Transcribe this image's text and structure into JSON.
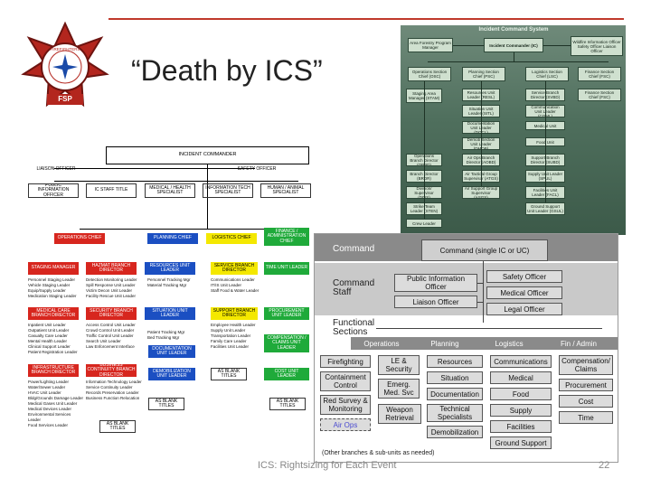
{
  "slide": {
    "title": "“Death by ICS”",
    "footer": "ICS: Rightsizing for Each Event",
    "page_number": "22"
  },
  "logo": {
    "top_text": "FIREFIGHTERS",
    "bottom_text": "FSP"
  },
  "left_chart": {
    "commander": "INCIDENT COMMANDER",
    "liaison": "LIAISON OFFICER",
    "safety": "SAFETY OFFICER",
    "row2": [
      "PUBLIC INFORMATION OFFICER",
      "IC STAFF TITLE",
      "MEDICAL / HEALTH SPECIALIST",
      "INFORMATION TECH SPECIALIST",
      "HUMAN / ANIMAL SPECIALIST"
    ],
    "sections": [
      "OPERATIONS CHIEF",
      "PLANNING CHIEF",
      "LOGISTICS CHIEF",
      "FINANCE / ADMINISTRATION CHIEF"
    ],
    "row4": [
      "STAGING MANAGER",
      "HAZMAT BRANCH DIRECTOR",
      "RESOURCES UNIT LEADER",
      "SERVICE BRANCH DIRECTOR",
      "TIME UNIT LEADER"
    ],
    "lists1": [
      "Personnel Staging Leader\nVehicle Staging Leader\nEquip/Supply Leader\nMedication Staging Leader",
      "Detection Monitoring Leader\nSpill Response Unit Leader\nVictim Decon Unit Leader\nFacility Rescue Unit Leader",
      "Personnel Tracking Mgr\nMaterial Tracking Mgr",
      "Communications Leader\nIT/IS Unit Leader\nStaff Food & Water Leader"
    ],
    "row5": [
      "MEDICAL CARE BRANCH DIRECTOR",
      "SECURITY BRANCH DIRECTOR",
      "SITUATION UNIT LEADER",
      "SUPPORT BRANCH DIRECTOR",
      "PROCUREMENT UNIT LEADER"
    ],
    "lists2": [
      "Inpatient Unit Leader\nOutpatient Unit Leader\nCasualty Care Leader\nMental Health Leader\nClinical Support Leader\nPatient Registration Leader",
      "Access Control Unit Leader\nCrowd Control Unit Leader\nTraffic Control Unit Leader\nSearch Unit Leader\nLaw Enforcement Interface",
      "Patient Tracking Mgr\nBed Tracking Mgr",
      "Employee Health Leader\nSupply Unit Leader\nTransportation Leader\nFamily Care Leader\nFacilities Unit Leader"
    ],
    "row6": [
      "COMPENSATION / CLAIMS UNIT LEADER",
      "DOCUMENTATION UNIT LEADER"
    ],
    "row7": [
      "INFRASTRUCTURE BRANCH DIRECTOR",
      "BUSINESS CONTINUITY BRANCH DIRECTOR",
      "DEMOBILIZATION UNIT LEADER",
      "AS BLANK TITLES",
      "COST UNIT LEADER"
    ],
    "lists3": [
      "Power/Lighting Leader\nWater/Sewer Leader\nHVAC Unit Leader\nBldg/Grounds Damage Leader\nMedical Gases Unit Leader\nMedical Devices Leader\nEnvironmental Services Leader\nFood Services Leader",
      "Information Technology Leader\nService Continuity Leader\nRecords Preservation Leader\nBusiness Function Relocation"
    ],
    "row8": [
      "AS BLANK TITLES",
      "AS BLANK TITLES",
      "AS BLANK TITLES"
    ]
  },
  "green_chart": {
    "title": "Incident Command System",
    "area_command": "Area Forestry Program Manager",
    "ic": "Incident Commander (IC)",
    "officers": "Wildfire Information Officer Safety Officer Liaison Officer",
    "chiefs": [
      "Operations Section Chief (OSC)",
      "Planning Section Chief (PSC)",
      "Logistics Section Chief (LSC)",
      "Finance Section Chief (FSC)"
    ],
    "col1": [
      "Staging Area Manager (STAM)",
      "Operations Branch Director (OPBD)",
      "Branch Director (BRDR)",
      "Division/ Supervisor (DIVS)",
      "Strike Team Leader (STEN)",
      "Crew Leader"
    ],
    "col2": [
      "Resources Unit Leader (RESL)",
      "Situation Unit Leader (SITL)",
      "Documentation Unit Leader (DOCL)",
      "Demob Section Unit Leader (DMOB)",
      "Air Ops Branch Director (AOBD)",
      "Air Tactical Group Supervisor (ATGS)",
      "Air Support Group Supervisor (ASGS)"
    ],
    "col3": [
      "Service Branch Director (SVBD)",
      "Communication Unit Leader (COML)",
      "Medical Unit",
      "Food Unit",
      "Support Branch Director (SUBD)",
      "Supply Unit Leader (SPUL)",
      "Facilities Unit Leader (FACL)",
      "Ground Support Unit Leader (GSUL)"
    ],
    "col4": [
      "Finance Section Chief (FSC)"
    ]
  },
  "gray_chart": {
    "label_command": "Command",
    "label_staff": "Command Staff",
    "label_sections": "Functional Sections",
    "command_box": "Command (single IC or UC)",
    "pio": "Public Information Officer",
    "liaison": "Liaison Officer",
    "safety": "Safety Officer",
    "medical": "Medical Officer",
    "legal": "Legal Officer",
    "sections": [
      "Operations",
      "Planning",
      "Logistics",
      "Fin / Admin"
    ],
    "ops": [
      "Firefighting",
      "Containment Control",
      "Red Survey & Monitoring",
      "Air Ops"
    ],
    "ops2": [
      "LE & Security",
      "Emerg. Med. Svc"
    ],
    "planning": [
      "Resources",
      "Situation",
      "Documentation",
      "Technical Specialists",
      "Weapon Retrieval",
      "Demobilization"
    ],
    "logistics": [
      "Communications",
      "Medical",
      "Food",
      "Supply",
      "Facilities",
      "Ground Support"
    ],
    "finance": [
      "Compensation/ Claims",
      "Procurement",
      "Cost",
      "Time"
    ],
    "note": "(Other branches & sub-units as needed)"
  },
  "colors": {
    "accent_red": "#c0392b",
    "red_box": "#d7261e",
    "blue_box": "#1b4fc2",
    "yellow_box": "#f4e800",
    "green_box": "#1faa3a"
  }
}
